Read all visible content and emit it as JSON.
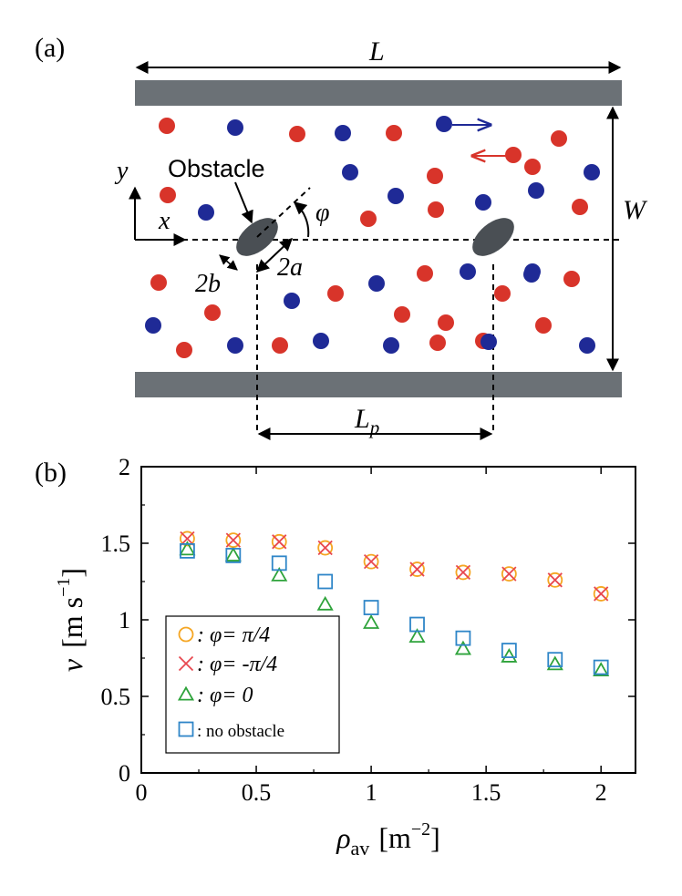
{
  "panel_a": {
    "label": "(a)",
    "length_label": "L",
    "width_label": "W",
    "obstacle_label": "Obstacle",
    "axis_x_label": "x",
    "axis_y_label": "y",
    "angle_label": "φ",
    "half_minor_label": "2b",
    "half_major_label": "2a",
    "spacing_label_main": "L",
    "spacing_label_sub": "p",
    "colors": {
      "red": "#d8342a",
      "blue": "#1f2a96",
      "wall": "#6b7176",
      "obstacle": "#4a4f54"
    }
  },
  "panel_b": {
    "label": "(b)",
    "legend": {
      "items": [
        {
          "marker": "circle",
          "color": "#f5a623",
          "text": ": φ= π/4"
        },
        {
          "marker": "cross",
          "color": "#e8474f",
          "text": ": φ= -π/4"
        },
        {
          "marker": "triangle",
          "color": "#2ea33b",
          "text": ": φ= 0"
        },
        {
          "marker": "square",
          "color": "#2f86c8",
          "text": ": no obstacle"
        }
      ]
    }
  },
  "chart_data": {
    "type": "scatter",
    "x": [
      0.2,
      0.4,
      0.6,
      0.8,
      1.0,
      1.2,
      1.4,
      1.6,
      1.8,
      2.0
    ],
    "series": [
      {
        "name": "φ= π/4",
        "marker": "circle",
        "color": "#f5a623",
        "values": [
          1.53,
          1.52,
          1.51,
          1.47,
          1.38,
          1.33,
          1.31,
          1.3,
          1.26,
          1.17
        ]
      },
      {
        "name": "φ= -π/4",
        "marker": "cross",
        "color": "#e8474f",
        "values": [
          1.53,
          1.52,
          1.51,
          1.47,
          1.38,
          1.33,
          1.31,
          1.3,
          1.26,
          1.17
        ]
      },
      {
        "name": "φ= 0",
        "marker": "triangle",
        "color": "#2ea33b",
        "values": [
          1.46,
          1.42,
          1.29,
          1.1,
          0.98,
          0.89,
          0.81,
          0.76,
          0.71,
          0.67
        ]
      },
      {
        "name": "no obstacle",
        "marker": "square",
        "color": "#2f86c8",
        "values": [
          1.45,
          1.42,
          1.37,
          1.25,
          1.08,
          0.97,
          0.88,
          0.8,
          0.74,
          0.69
        ]
      }
    ],
    "xlim": [
      0,
      2.15
    ],
    "ylim": [
      0,
      2
    ],
    "xticks": [
      "0",
      "0.5",
      "1",
      "1.5",
      "2"
    ],
    "yticks": [
      "0",
      "0.5",
      "1",
      "1.5",
      "2"
    ],
    "xlabel_main": "ρ",
    "xlabel_sub": "av",
    "xlabel_unit": "[m",
    "xlabel_exp": "−2",
    "xlabel_close": "]",
    "ylabel_main": "v",
    "ylabel_unit": "[m  s",
    "ylabel_exp": "−1",
    "ylabel_close": "]",
    "grid": false,
    "legend_position": "bottom-left"
  }
}
